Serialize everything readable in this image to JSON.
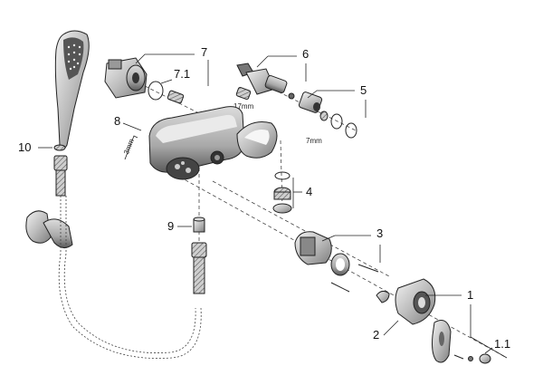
{
  "diagram": {
    "colors": {
      "outline": "#222222",
      "dark": "#3a3a3a",
      "mid": "#8a8a8a",
      "light": "#d4d4d4",
      "chrome": "#b8b8b8"
    },
    "callouts": {
      "c1": "1",
      "c1_1": "1.1",
      "c2": "2",
      "c3": "3",
      "c4": "4",
      "c5": "5",
      "c6": "6",
      "c7": "7",
      "c7_1": "7.1",
      "c8": "8",
      "c9": "9",
      "c10": "10"
    },
    "dimensions": {
      "wrench_17": "17mm",
      "wrench_7": "7mm",
      "hex_key_3": "3mm"
    }
  }
}
